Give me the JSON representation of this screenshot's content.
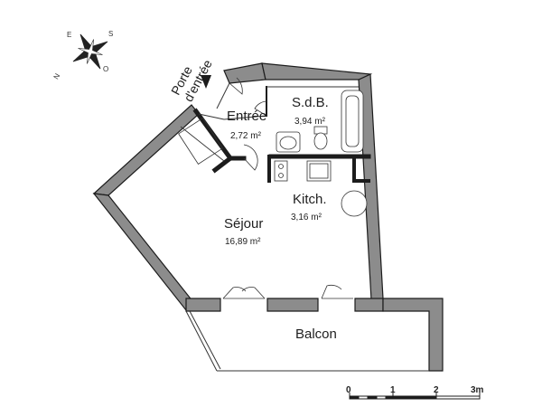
{
  "plan": {
    "entry_door_label": [
      "Porte",
      "d'entrée"
    ],
    "rooms": [
      {
        "id": "entree",
        "name": "Entrée",
        "area": "2,72 m²"
      },
      {
        "id": "sdb",
        "name": "S.d.B.",
        "area": "3,94 m²"
      },
      {
        "id": "kitch",
        "name": "Kitch.",
        "area": "3,16 m²"
      },
      {
        "id": "sejour",
        "name": "Séjour",
        "area": "16,89 m²"
      },
      {
        "id": "balcon",
        "name": "Balcon",
        "area": ""
      }
    ],
    "compass": {
      "letters": [
        "S",
        "N",
        "O",
        "E"
      ]
    },
    "scale": {
      "ticks": [
        "0",
        "1",
        "2",
        "3m"
      ]
    }
  },
  "colors": {
    "wall": "#1c1c1c",
    "wall_fill": "#8c8c8c",
    "line": "#333333"
  }
}
